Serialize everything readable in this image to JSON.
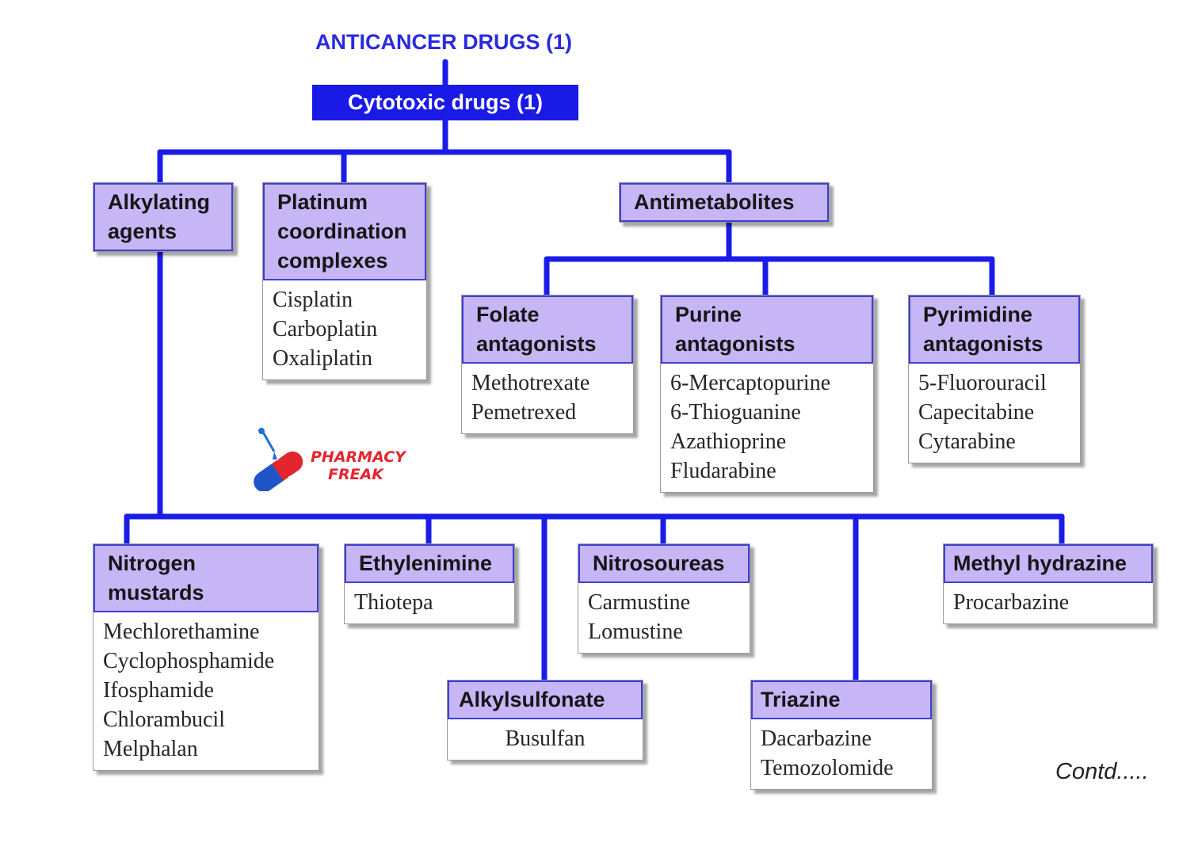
{
  "title": "ANTICANCER DRUGS (1)",
  "root": "Cytotoxic drugs (1)",
  "colors": {
    "connector": "#1c1ce8",
    "header_fill": "#c6b6f6",
    "header_border": "#3f3fd4",
    "root_fill": "#1a1ae6",
    "title": "#2a2ae0"
  },
  "classes": {
    "alkylating": {
      "name": "Alkylating agents"
    },
    "platinum": {
      "name": "Platinum coordination complexes",
      "drugs": [
        "Cisplatin",
        "Carboplatin",
        "Oxaliplatin"
      ]
    },
    "antimetabolites": {
      "name": "Antimetabolites"
    },
    "folate": {
      "name": "Folate antagonists",
      "drugs": [
        "Methotrexate",
        "Pemetrexed"
      ]
    },
    "purine": {
      "name": "Purine antagonists",
      "drugs": [
        "6-Mercaptopurine",
        "6-Thioguanine",
        "Azathioprine",
        "Fludarabine"
      ]
    },
    "pyrimidine": {
      "name": "Pyrimidine antagonists",
      "drugs": [
        "5-Fluorouracil",
        "Capecitabine",
        "Cytarabine"
      ]
    },
    "nitrogen": {
      "name": "Nitrogen mustards",
      "drugs": [
        "Mechlorethamine",
        "Cyclophosphamide",
        "Ifosphamide",
        "Chlorambucil",
        "Melphalan"
      ]
    },
    "ethylenimine": {
      "name": "Ethylenimine",
      "drugs": [
        "Thiotepa"
      ]
    },
    "nitrosoureas": {
      "name": "Nitrosoureas",
      "drugs": [
        "Carmustine",
        "Lomustine"
      ]
    },
    "methylhydrazine": {
      "name": "Methyl hydrazine",
      "drugs": [
        "Procarbazine"
      ]
    },
    "alkylsulfonate": {
      "name": "Alkylsulfonate",
      "drugs": [
        "Busulfan"
      ]
    },
    "triazine": {
      "name": "Triazine",
      "drugs": [
        "Dacarbazine",
        "Temozolomide"
      ]
    }
  },
  "logo": {
    "line1": "PHARMACY",
    "line2": "FREAK"
  },
  "footer": "Contd....."
}
